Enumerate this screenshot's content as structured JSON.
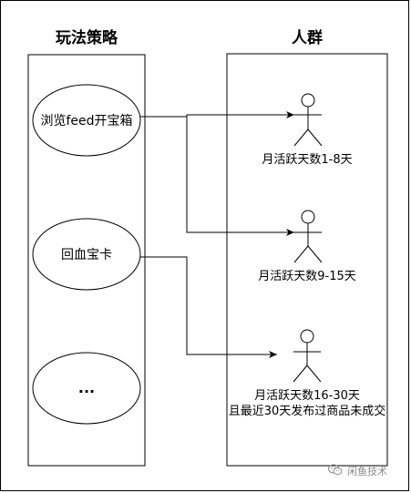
{
  "left_column": {
    "title": "玩法策略",
    "items": [
      "浏览feed开宝箱",
      "回血宝卡",
      "..."
    ]
  },
  "right_column": {
    "title": "人群",
    "actors": [
      {
        "lines": [
          "月活跃天数1-8天"
        ]
      },
      {
        "lines": [
          "月活跃天数9-15天"
        ]
      },
      {
        "lines": [
          "月活跃天数16-30天",
          "且最近30天发布过商品未成交"
        ]
      }
    ]
  },
  "watermark": {
    "text": "闲鱼技术",
    "icon": "wechat-icon"
  }
}
